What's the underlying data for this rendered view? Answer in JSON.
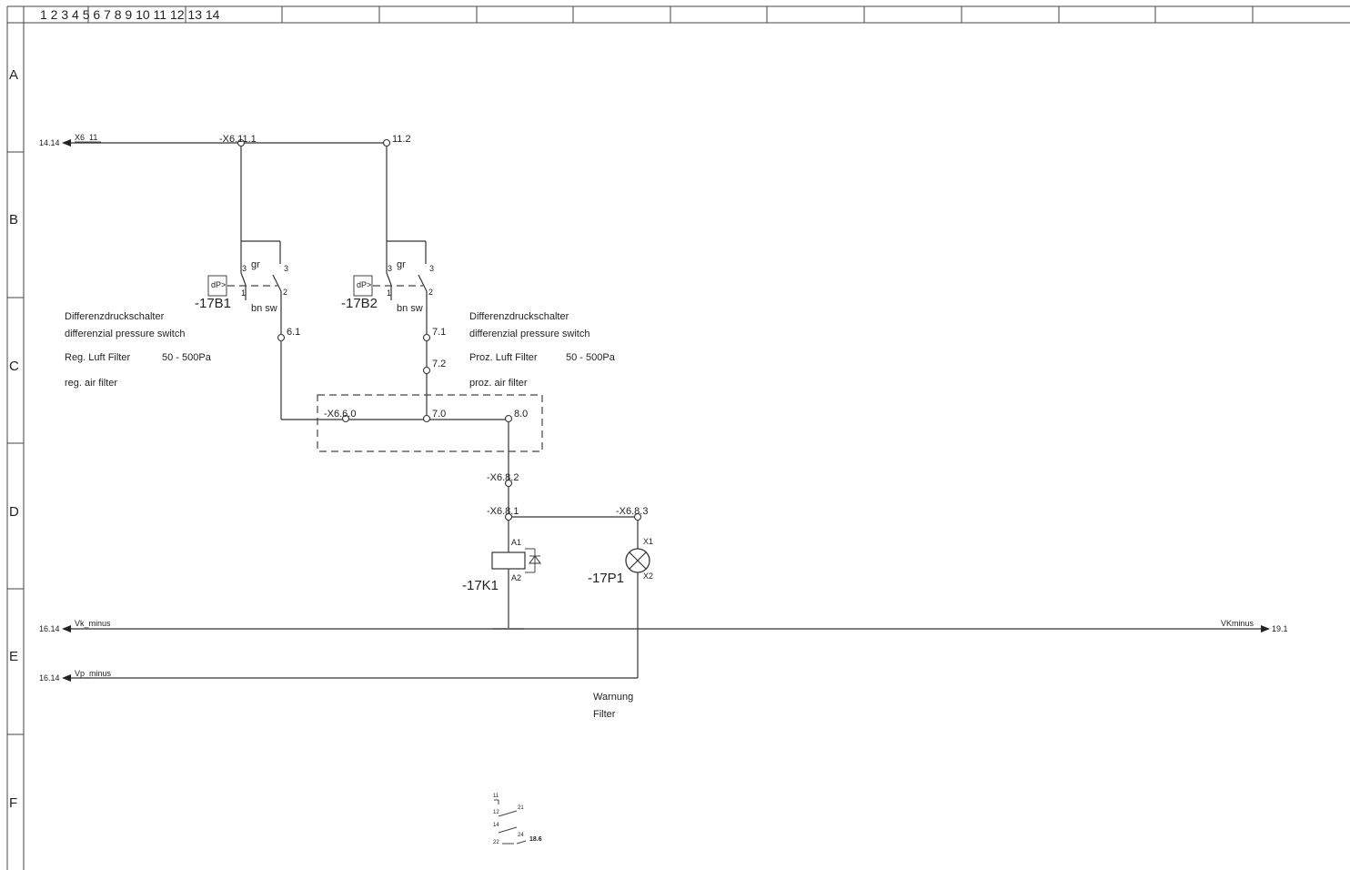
{
  "frame": {
    "column_header": "1 2 3 4 5 6 7 8 9 10 11 12 13 14",
    "row_labels": [
      "A",
      "B",
      "C",
      "D",
      "E",
      "F"
    ]
  },
  "references": {
    "x6_11_ref": "14.14",
    "x6_11_net": "X6_11",
    "vk_minus_ref": "16.14",
    "vk_minus_net": "Vk_minus",
    "vp_minus_ref": "16.14",
    "vp_minus_net": "Vp_minus",
    "vkminus_out_net": "VKminus",
    "vkminus_out_ref": "19.1"
  },
  "terminals": {
    "t_x6_11_1": "-X6.11.1",
    "t_11_2": "11.2",
    "t_6_1": "6.1",
    "t_7_1": "7.1",
    "t_7_2": "7.2",
    "t_x6_6_0": "-X6.6.0",
    "t_7_0": "7.0",
    "t_8_0": "8.0",
    "t_x6_8_2": "-X6.8.2",
    "t_x6_8_1": "-X6.8.1",
    "t_x6_8_3": "-X6.8.3"
  },
  "switch_b1": {
    "tag": "-17B1",
    "sensor": "dP>",
    "wire_gr": "gr",
    "wire_bnsw": "bn sw",
    "pin_3a": "3",
    "pin_3b": "3",
    "pin_1": "1",
    "pin_2": "2",
    "desc_de": "Differenzdruckschalter",
    "desc_en": "differenzial pressure switch",
    "filter_de": "Reg. Luft Filter",
    "range": "50 - 500Pa",
    "filter_en": "reg. air filter"
  },
  "switch_b2": {
    "tag": "-17B2",
    "sensor": "dP>",
    "wire_gr": "gr",
    "wire_bnsw": "bn sw",
    "pin_3a": "3",
    "pin_3b": "3",
    "pin_1": "1",
    "pin_2": "2",
    "desc_de": "Differenzdruckschalter",
    "desc_en": "differenzial pressure switch",
    "filter_de": "Proz. Luft Filter",
    "range": "50 - 500Pa",
    "filter_en": "proz. air filter"
  },
  "relay_k1": {
    "tag": "-17K1",
    "pin_a1": "A1",
    "pin_a2": "A2"
  },
  "lamp_p1": {
    "tag": "-17P1",
    "pin_x1": "X1",
    "pin_x2": "X2",
    "label_line1": "Warnung",
    "label_line2": "Filter"
  },
  "contact_table": {
    "n1": "11",
    "n2": "12",
    "n3": "14",
    "n4": "22",
    "n5": "21",
    "n6": "24",
    "ref": "18.6"
  }
}
